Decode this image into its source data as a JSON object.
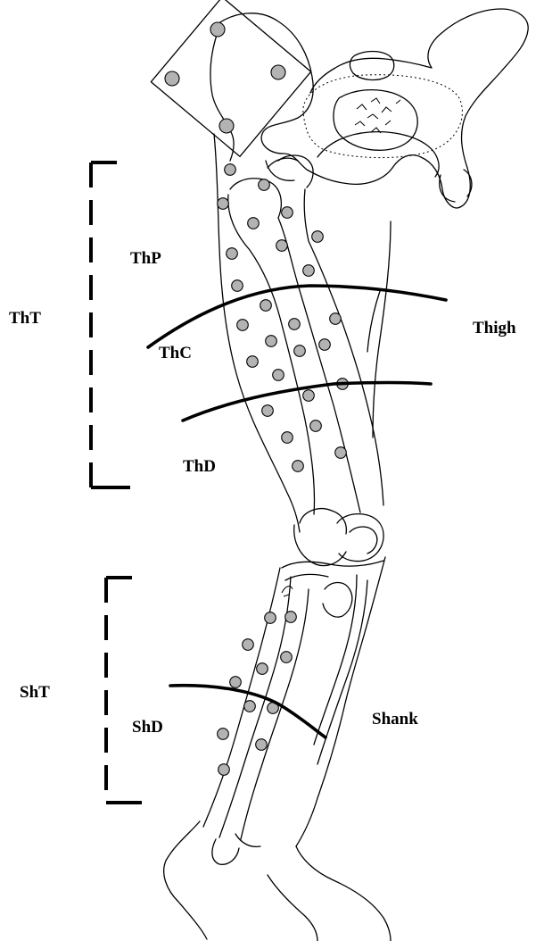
{
  "labels": {
    "thp": "ThP",
    "tht": "ThT",
    "thc": "ThC",
    "thd": "ThD",
    "thigh": "Thigh",
    "sht": "ShT",
    "shd": "ShD",
    "shank": "Shank"
  },
  "colors": {
    "marker_fill": "#b3b3b3",
    "line": "#000000"
  }
}
